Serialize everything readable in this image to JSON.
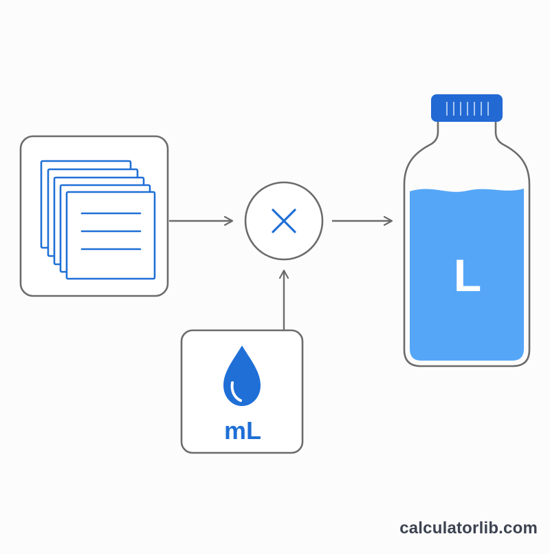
{
  "diagram": {
    "input_unit_label": "mL",
    "output_unit_label": "L",
    "operator_symbol": "multiply",
    "input_icon": "water-drop-icon",
    "count_icon": "stacked-sheets-icon",
    "output_icon": "water-bottle-icon"
  },
  "colors": {
    "accent_blue": "#1f6fd6",
    "bottle_cap": "#2369d4",
    "liquid_blue": "#55a6f7",
    "stroke_gray": "#6b6b6b",
    "background": "#fcfcfc"
  },
  "watermark": {
    "text": "calculatorlib.com"
  }
}
